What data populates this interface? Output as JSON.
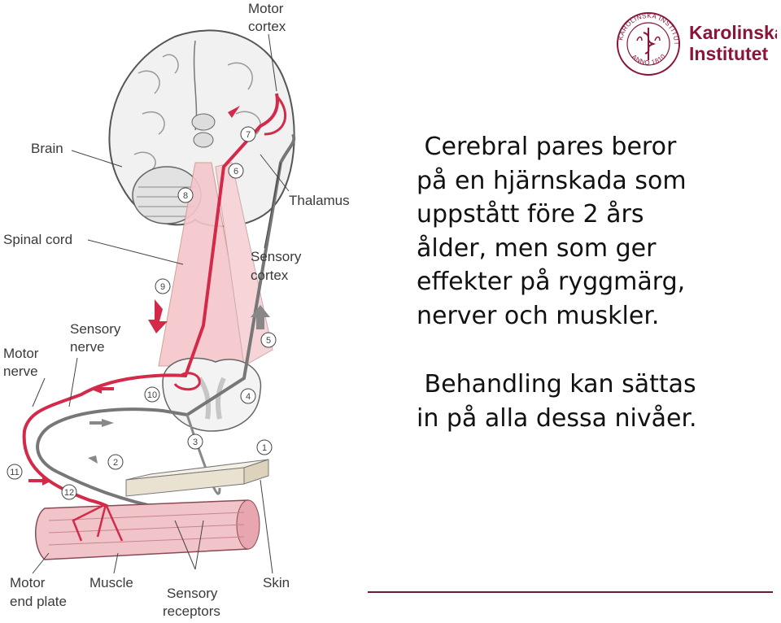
{
  "logo": {
    "line1": "Karolinska",
    "line2": "Institutet",
    "seal": "KAROLINSKA INSTITUTET",
    "seal_year": "ANNO 1810"
  },
  "diagram": {
    "labels": {
      "motor_cortex": [
        "Motor",
        "cortex"
      ],
      "brain": "Brain",
      "thalamus": "Thalamus",
      "spinal_cord": "Spinal cord",
      "sensory_cortex": [
        "Sensory",
        "cortex"
      ],
      "sensory_nerve": [
        "Sensory",
        "nerve"
      ],
      "motor_nerve": [
        "Motor",
        "nerve"
      ],
      "motor_end_plate": [
        "Motor",
        "end plate"
      ],
      "muscle": "Muscle",
      "sensory_receptors": [
        "Sensory",
        "receptors"
      ],
      "skin": "Skin"
    },
    "steps": [
      "1",
      "2",
      "3",
      "4",
      "5",
      "6",
      "7",
      "8",
      "9",
      "10",
      "11",
      "12"
    ]
  },
  "text": {
    "paragraph1": [
      " Cerebral pares beror",
      "på en hjärnskada som",
      "uppstått före 2 års",
      "ålder, men som ger",
      "effekter på ryggmärg,",
      "nerver och muskler."
    ],
    "paragraph2": [
      " Behandling kan sättas",
      "in på alla dessa nivåer."
    ]
  },
  "colors": {
    "accent": "#8a1538",
    "nerve_red": "#d42a4a",
    "pink_fill": "#f4c6cc",
    "gray": "#888888"
  }
}
